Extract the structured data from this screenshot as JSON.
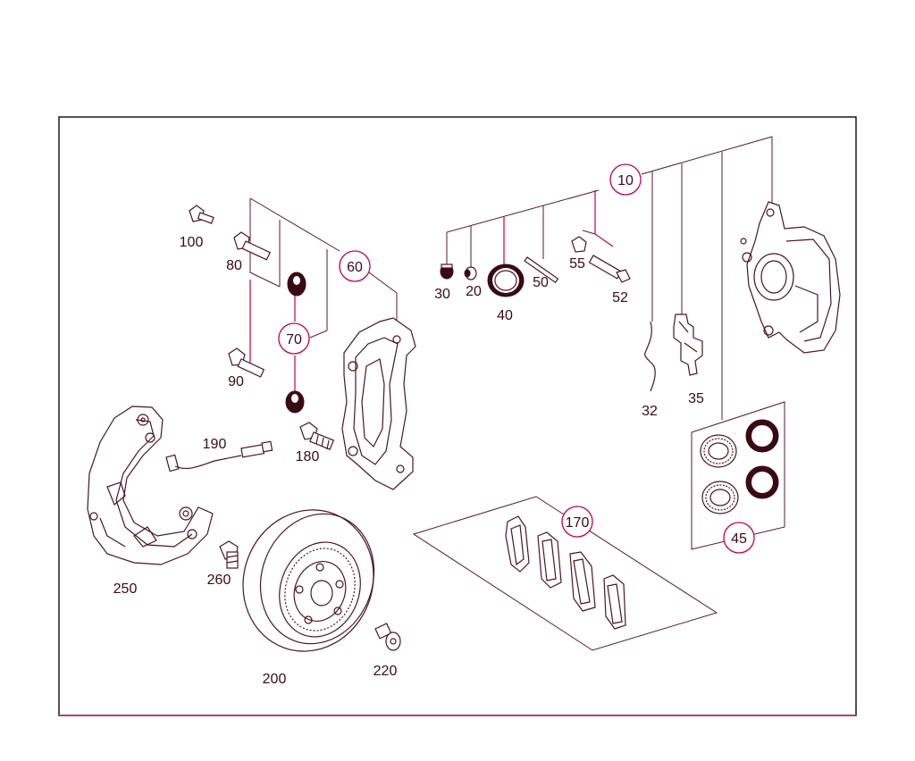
{
  "callouts": {
    "c10": "10",
    "c60": "60",
    "c70": "70",
    "c170": "170",
    "c45": "45"
  },
  "labels": {
    "l100": "100",
    "l80": "80",
    "l90": "90",
    "l180": "180",
    "l190": "190",
    "l250": "250",
    "l260": "260",
    "l200": "200",
    "l220": "220",
    "l30": "30",
    "l20": "20",
    "l40": "40",
    "l50": "50",
    "l55": "55",
    "l52": "52",
    "l32": "32",
    "l35": "35"
  }
}
